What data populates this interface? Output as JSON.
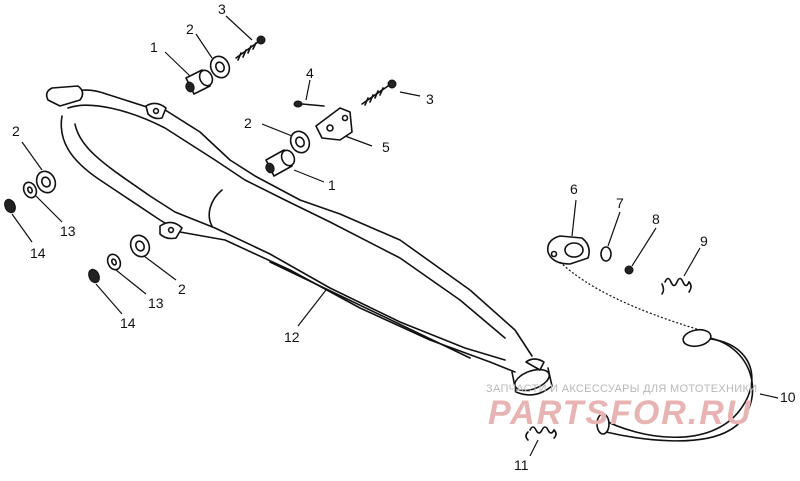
{
  "callouts": {
    "c1a": "1",
    "c1b": "1",
    "c2a": "2",
    "c2b": "2",
    "c2c": "2",
    "c2d": "2",
    "c3a": "3",
    "c3b": "3",
    "c4": "4",
    "c5": "5",
    "c6": "6",
    "c7": "7",
    "c8": "8",
    "c9": "9",
    "c10": "10",
    "c11": "11",
    "c12": "12",
    "c13a": "13",
    "c13b": "13",
    "c14a": "14",
    "c14b": "14"
  },
  "watermark": {
    "tagline": "ЗАПЧАСТИ И АКСЕССУАРЫ ДЛЯ МОТОТЕХНИКИ",
    "brand": "PARTSFOR.RU"
  }
}
